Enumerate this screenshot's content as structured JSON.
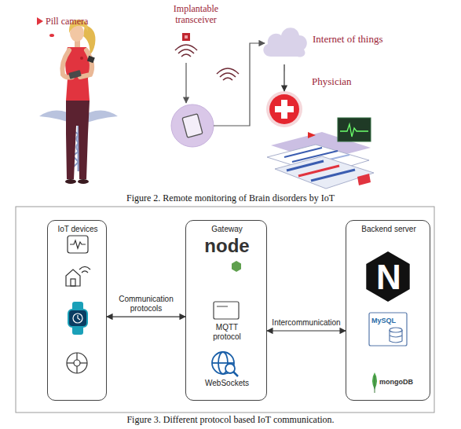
{
  "diagram": {
    "caption": "Figure 3. Different protocol based IoT communication.",
    "nodes": [
      {
        "text": [
          "Internet of things"
        ]
      },
      {
        "text": [
          "Physician"
        ]
      },
      {
        "text": [
          "IoT devices"
        ]
      },
      {
        "text": [
          "Gateway",
          "node",
          "MQTT protocol",
          "WebSockets"
        ]
      },
      {
        "text": [
          "Backend server",
          "N",
          "MySQL",
          "mongoDB"
        ]
      }
    ],
    "edges": [
      {
        "from": 0,
        "to": 1,
        "arrow": "to"
      },
      {
        "from": 2,
        "to": 3,
        "label": "Communication protocols",
        "arrow": "both"
      },
      {
        "from": 3,
        "to": 4,
        "label": "Intercommunication",
        "arrow": "both"
      }
    ],
    "labels": [
      "Pill camera",
      "Implantable transceiver",
      "Figure 2. Remote monitoring of Brain disorders by IoT"
    ]
  }
}
